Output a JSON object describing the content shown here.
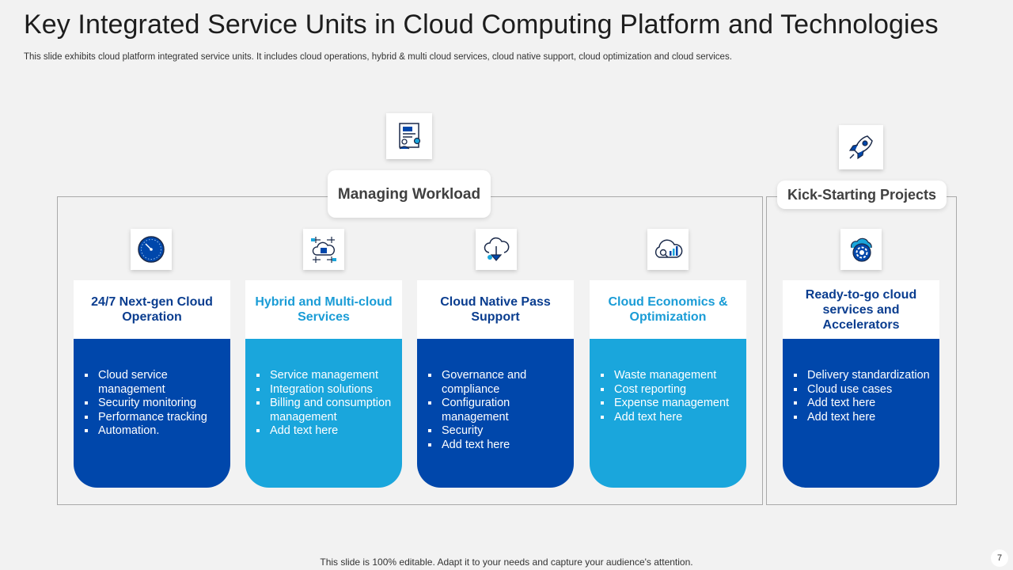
{
  "title": "Key Integrated Service Units in Cloud Computing Platform and Technologies",
  "subtitle": "This slide exhibits cloud platform integrated service units. It includes cloud operations, hybrid & multi cloud services, cloud native support, cloud optimization and cloud services.",
  "groups": {
    "left_label": "Managing Workload",
    "right_label": "Kick-Starting Projects",
    "left_icon": "resume-document-icon",
    "right_icon": "rocket-icon"
  },
  "cards": [
    {
      "title": "24/7 Next-gen Cloud Operation",
      "icon": "clock-icon",
      "style": "dark",
      "items": [
        "Cloud service management",
        "Security monitoring",
        "Performance tracking",
        "Automation."
      ]
    },
    {
      "title": "Hybrid and Multi-cloud Services",
      "icon": "cloud-chip-icon",
      "style": "light",
      "items": [
        "Service management",
        "Integration solutions",
        "Billing and consumption management",
        "Add text here"
      ]
    },
    {
      "title": "Cloud Native Pass Support",
      "icon": "cloud-download-icon",
      "style": "dark",
      "items": [
        "Governance and compliance",
        "Configuration management",
        "Security",
        "Add text here"
      ]
    },
    {
      "title": "Cloud Economics & Optimization",
      "icon": "cloud-analytics-icon",
      "style": "light",
      "items": [
        "Waste management",
        "Cost reporting",
        "Expense management",
        "Add text here"
      ]
    },
    {
      "title": "Ready-to-go cloud services and Accelerators",
      "icon": "cloud-gear-icon",
      "style": "dark",
      "items": [
        "Delivery standardization",
        "Cloud use cases",
        "Add text here",
        "Add text here"
      ]
    }
  ],
  "footer": "This slide is 100% editable. Adapt it to your needs and capture your audience's attention.",
  "page_number": "7",
  "colors": {
    "dark_blue": "#0047ab",
    "light_blue": "#1aa6dc",
    "background": "#f2f2f2"
  }
}
